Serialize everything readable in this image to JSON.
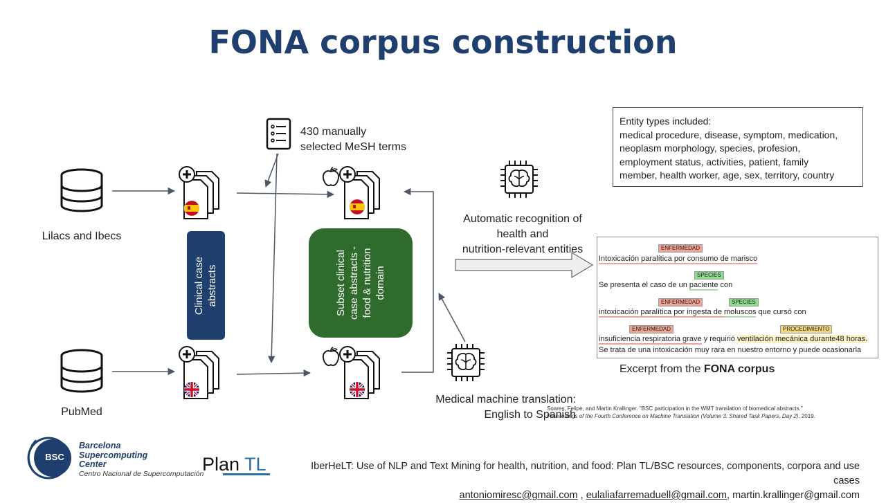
{
  "title": "FONA corpus construction",
  "sources": {
    "top": "Lilacs and Ibecs",
    "bottom": "PubMed"
  },
  "mesh_terms": {
    "line1": "430 manually",
    "line2": "selected MeSH terms"
  },
  "clinical_box": {
    "line1": "Clinical case",
    "line2": "abstracts"
  },
  "subset_box": {
    "line1": "Subset clinical",
    "line2": "case abstracts -",
    "line3": "food & nutrition",
    "line4": "domain"
  },
  "recognition": {
    "line1": "Automatic recognition of",
    "line2": "health and",
    "line3": "nutrition-relevant entities"
  },
  "entity_types": {
    "heading": "Entity types included:",
    "line1": "medical procedure, disease, symptom, medication,",
    "line2": "neoplasm morphology, species, profesion,",
    "line3": "employment status, activities, patient, family",
    "line4": "member, health worker, age, sex, territory, country"
  },
  "corpus_excerpt": {
    "tags": {
      "enfermedad": "ENFERMEDAD",
      "species": "SPECIES",
      "procedimiento": "PROCEDIMIENTO"
    },
    "line1": "Intoxicación paralítica por consumo de marisco",
    "line2a": "Se presenta el caso de un ",
    "line2b": "paciente",
    "line2c": " con",
    "line3a": "intoxicación paralítica por ingesta de ",
    "line3b": "moluscos",
    "line3c": " que cursó con",
    "line4a": "insuficiencia respiratoria grave",
    "line4b": " y requirió ",
    "line4c": "ventilación mecánica durante48 horas.",
    "line5": "Se trata de una intoxicación muy rara en nuestro entorno y puede ocasionarla"
  },
  "excerpt_caption": {
    "prefix": "Excerpt from the ",
    "bold": "FONA corpus"
  },
  "translation": {
    "line1": "Medical machine translation:",
    "line2": "English to Spanish"
  },
  "reference": {
    "part1": "Soares, Felipe, and Martin Krallinger. \"BSC participation in the WMT translation of biomedical abstracts.\" ",
    "italic": "Proceedings of the Fourth Conference on Machine Translation (Volume 3: Shared Task Papers, Day 2)",
    "part2": ". 2019."
  },
  "logos": {
    "bsc_mark": "BSC",
    "bsc_line1": "Barcelona",
    "bsc_line2": "Supercomputing",
    "bsc_line3": "Center",
    "bsc_line4": "Centro Nacional de Supercomputación",
    "plantl_a": "Plan ",
    "plantl_b": "TL"
  },
  "footer": {
    "line1": "IberHeLT: Use of NLP and Text Mining for health, nutrition, and food: Plan TL/BSC resources, components, corpora and use cases",
    "email1": "antoniomiresc@gmail.com",
    "sep1": " , ",
    "email2": "eulaliafarremaduell@gmail.com",
    "sep2": ", ",
    "email3": "martin.krallinger@gmail.com"
  },
  "colors": {
    "title": "#1f3f6e",
    "clinical_box": "#1f3f6e",
    "subset_box": "#2e6b2c",
    "arrow": "#4d5866"
  }
}
